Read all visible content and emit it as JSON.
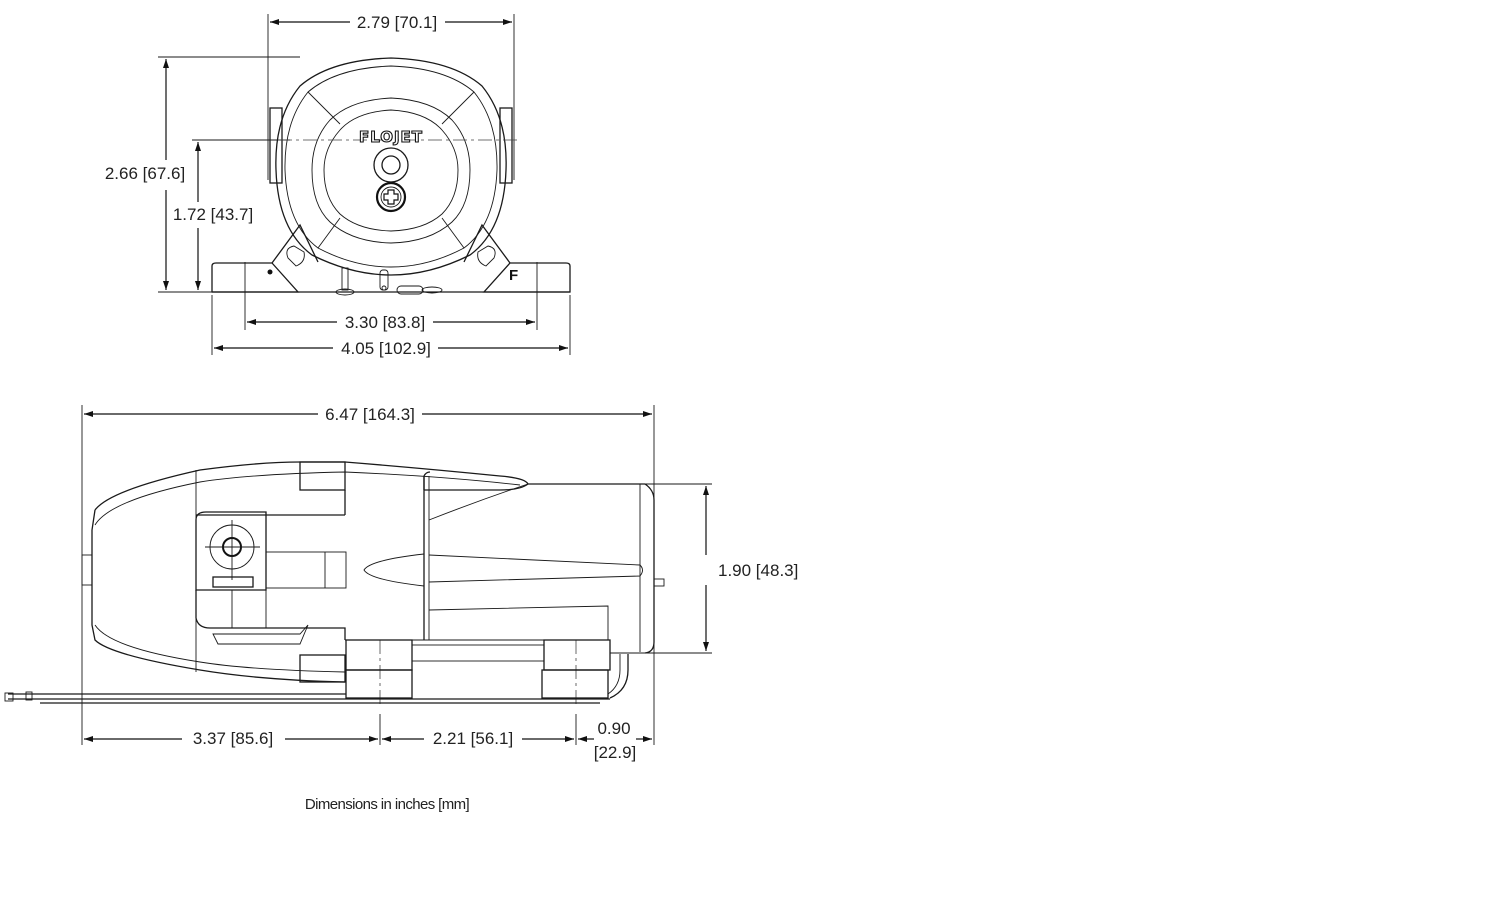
{
  "diagram": {
    "type": "technical-dimension-drawing",
    "subject": "FLOJET pump",
    "logo_text": "FLOJET",
    "front_view": {
      "dimensions": {
        "overall_width_top": "2.79 [70.1]",
        "overall_height": "2.66 [67.6]",
        "centerline_height": "1.72 [43.7]",
        "mount_hole_spacing": "3.30 [83.8]",
        "base_width": "4.05 [102.9]"
      },
      "marks": {
        "foot_letter": "F"
      }
    },
    "side_view": {
      "dimensions": {
        "overall_length": "6.47 [164.3]",
        "body_height": "1.90 [48.3]",
        "to_first_mount": "3.37 [85.6]",
        "mount_spacing": "2.21 [56.1]",
        "end_offset_in": "0.90",
        "end_offset_mm": "[22.9]"
      }
    },
    "caption": "Dimensions in inches [mm]"
  }
}
